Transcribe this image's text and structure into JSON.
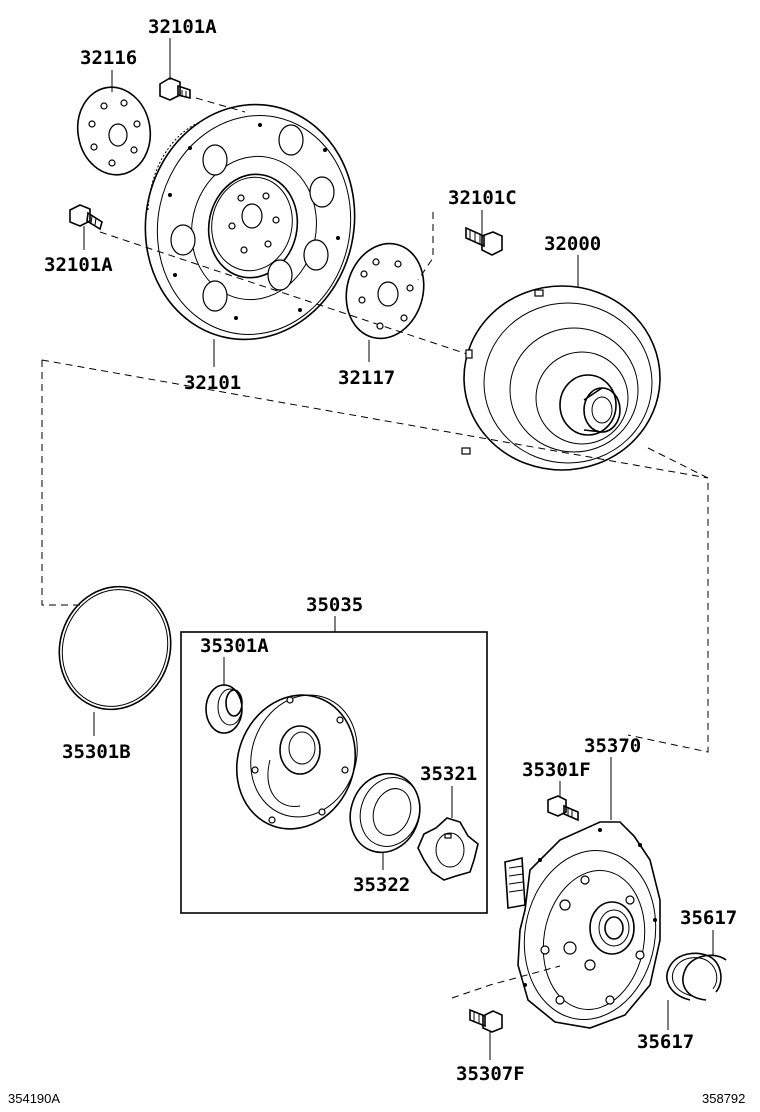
{
  "diagram": {
    "part_labels": {
      "p32101A_top": "32101A",
      "p32116": "32116",
      "p32101A_left": "32101A",
      "p32101": "32101",
      "p32101C": "32101C",
      "p32117": "32117",
      "p32000": "32000",
      "p35035": "35035",
      "p35301A": "35301A",
      "p35301B": "35301B",
      "p35321": "35321",
      "p35322": "35322",
      "p35370": "35370",
      "p35301F": "35301F",
      "p35617_top": "35617",
      "p35617_bottom": "35617",
      "p35307F": "35307F"
    },
    "illustration_code": "354190A",
    "sheet_number": "358792"
  }
}
